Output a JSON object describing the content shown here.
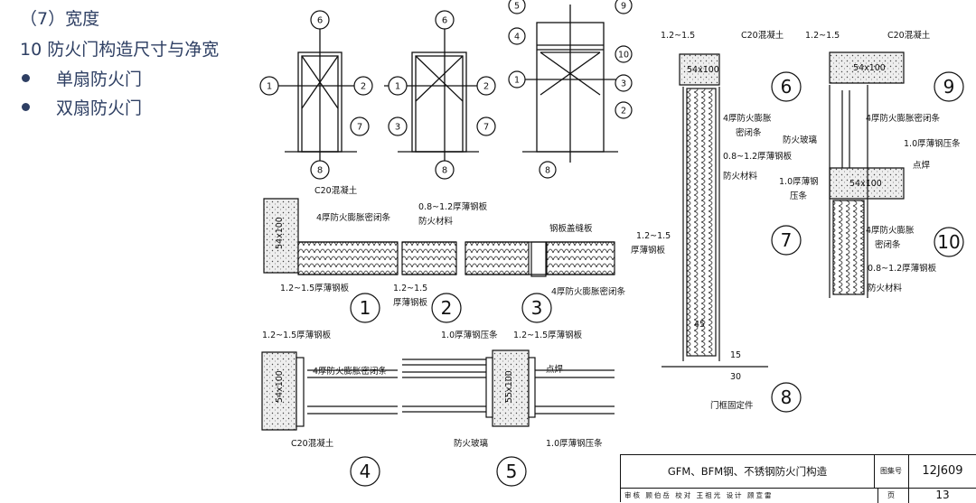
{
  "slide": {
    "heading1": "（7）宽度",
    "heading2": "10  防火门构造尺寸与净宽",
    "bullets": [
      "单扇防火门",
      "双扇防火门"
    ],
    "bullet_color": "#2e3f63"
  },
  "diagram": {
    "elevation_markers": {
      "e1": [
        "6",
        "1",
        "2",
        "7",
        "8"
      ],
      "e2": [
        "6",
        "1",
        "2",
        "3",
        "7",
        "8"
      ],
      "e3": [
        "5",
        "9",
        "4",
        "10",
        "1",
        "3",
        "2",
        "8"
      ]
    },
    "labels": {
      "c20": "C20混凝土",
      "seal": "4厚防火膨胀密闭条",
      "steel_08": "0.8~1.2厚薄钢板",
      "fire_mat": "防火材料",
      "gap_plate": "钢板盖缝板",
      "steel_12_15": "1.2~1.5厚薄钢板",
      "steel_12_15_short": "1.2~1.5",
      "thick_plate": "厚薄钢板",
      "seal_strip": "4厚防火膨胀密闭条",
      "press_bar": "1.0厚薄钢压条",
      "spot_weld": "点焊",
      "fire_glass": "防火玻璃",
      "press_bar2": "1.0厚薄钢压条",
      "s54": "54x100",
      "s55": "55x100",
      "steel_12_15_a": "1.2~1.5",
      "steel_a": "厚薄钢板",
      "seal_a": "4厚防火膨胀",
      "seal_b": "密闭条",
      "steel_08b": "0.8~1.2厚薄钢板",
      "fire_mat2": "防火材料",
      "frame_fix": "门框固定件",
      "dim45": "45",
      "dim15": "15",
      "dim30": "30",
      "glass2": "防火玻璃",
      "press3a": "1.0厚薄钢",
      "press3b": "压条",
      "press4": "1.0厚薄钢压条",
      "weld2": "点焊",
      "seal_c": "4厚防火膨胀",
      "seal_d": "密闭条",
      "steel_08c": "0.8~1.2厚薄钢板",
      "fire_mat3": "防火材料",
      "s54b": "54x100",
      "s54c": "54x100",
      "steel_12_15_b": "1.2~1.5厚薄钢板",
      "c20b": "C20混凝土",
      "steel_12_15_c": "1.2~1.5厚薄钢板",
      "c20c": "C20混凝土",
      "seal_e": "4厚防火膨胀密闭条",
      "seal_f": "4厚防火膨胀密闭条",
      "s54d": "54x100"
    },
    "detail_numbers": [
      "1",
      "2",
      "3",
      "4",
      "5",
      "6",
      "7",
      "8",
      "9",
      "10"
    ]
  },
  "title_block": {
    "title": "GFM、BFM钢、不锈钢防火门构造",
    "atlas_label": "图集号",
    "atlas_no": "12J609",
    "row2": [
      "审核",
      "顾伯岳",
      "校对",
      "王祖光",
      "设计",
      "顾宣雷",
      "页"
    ],
    "page_no": "13"
  }
}
